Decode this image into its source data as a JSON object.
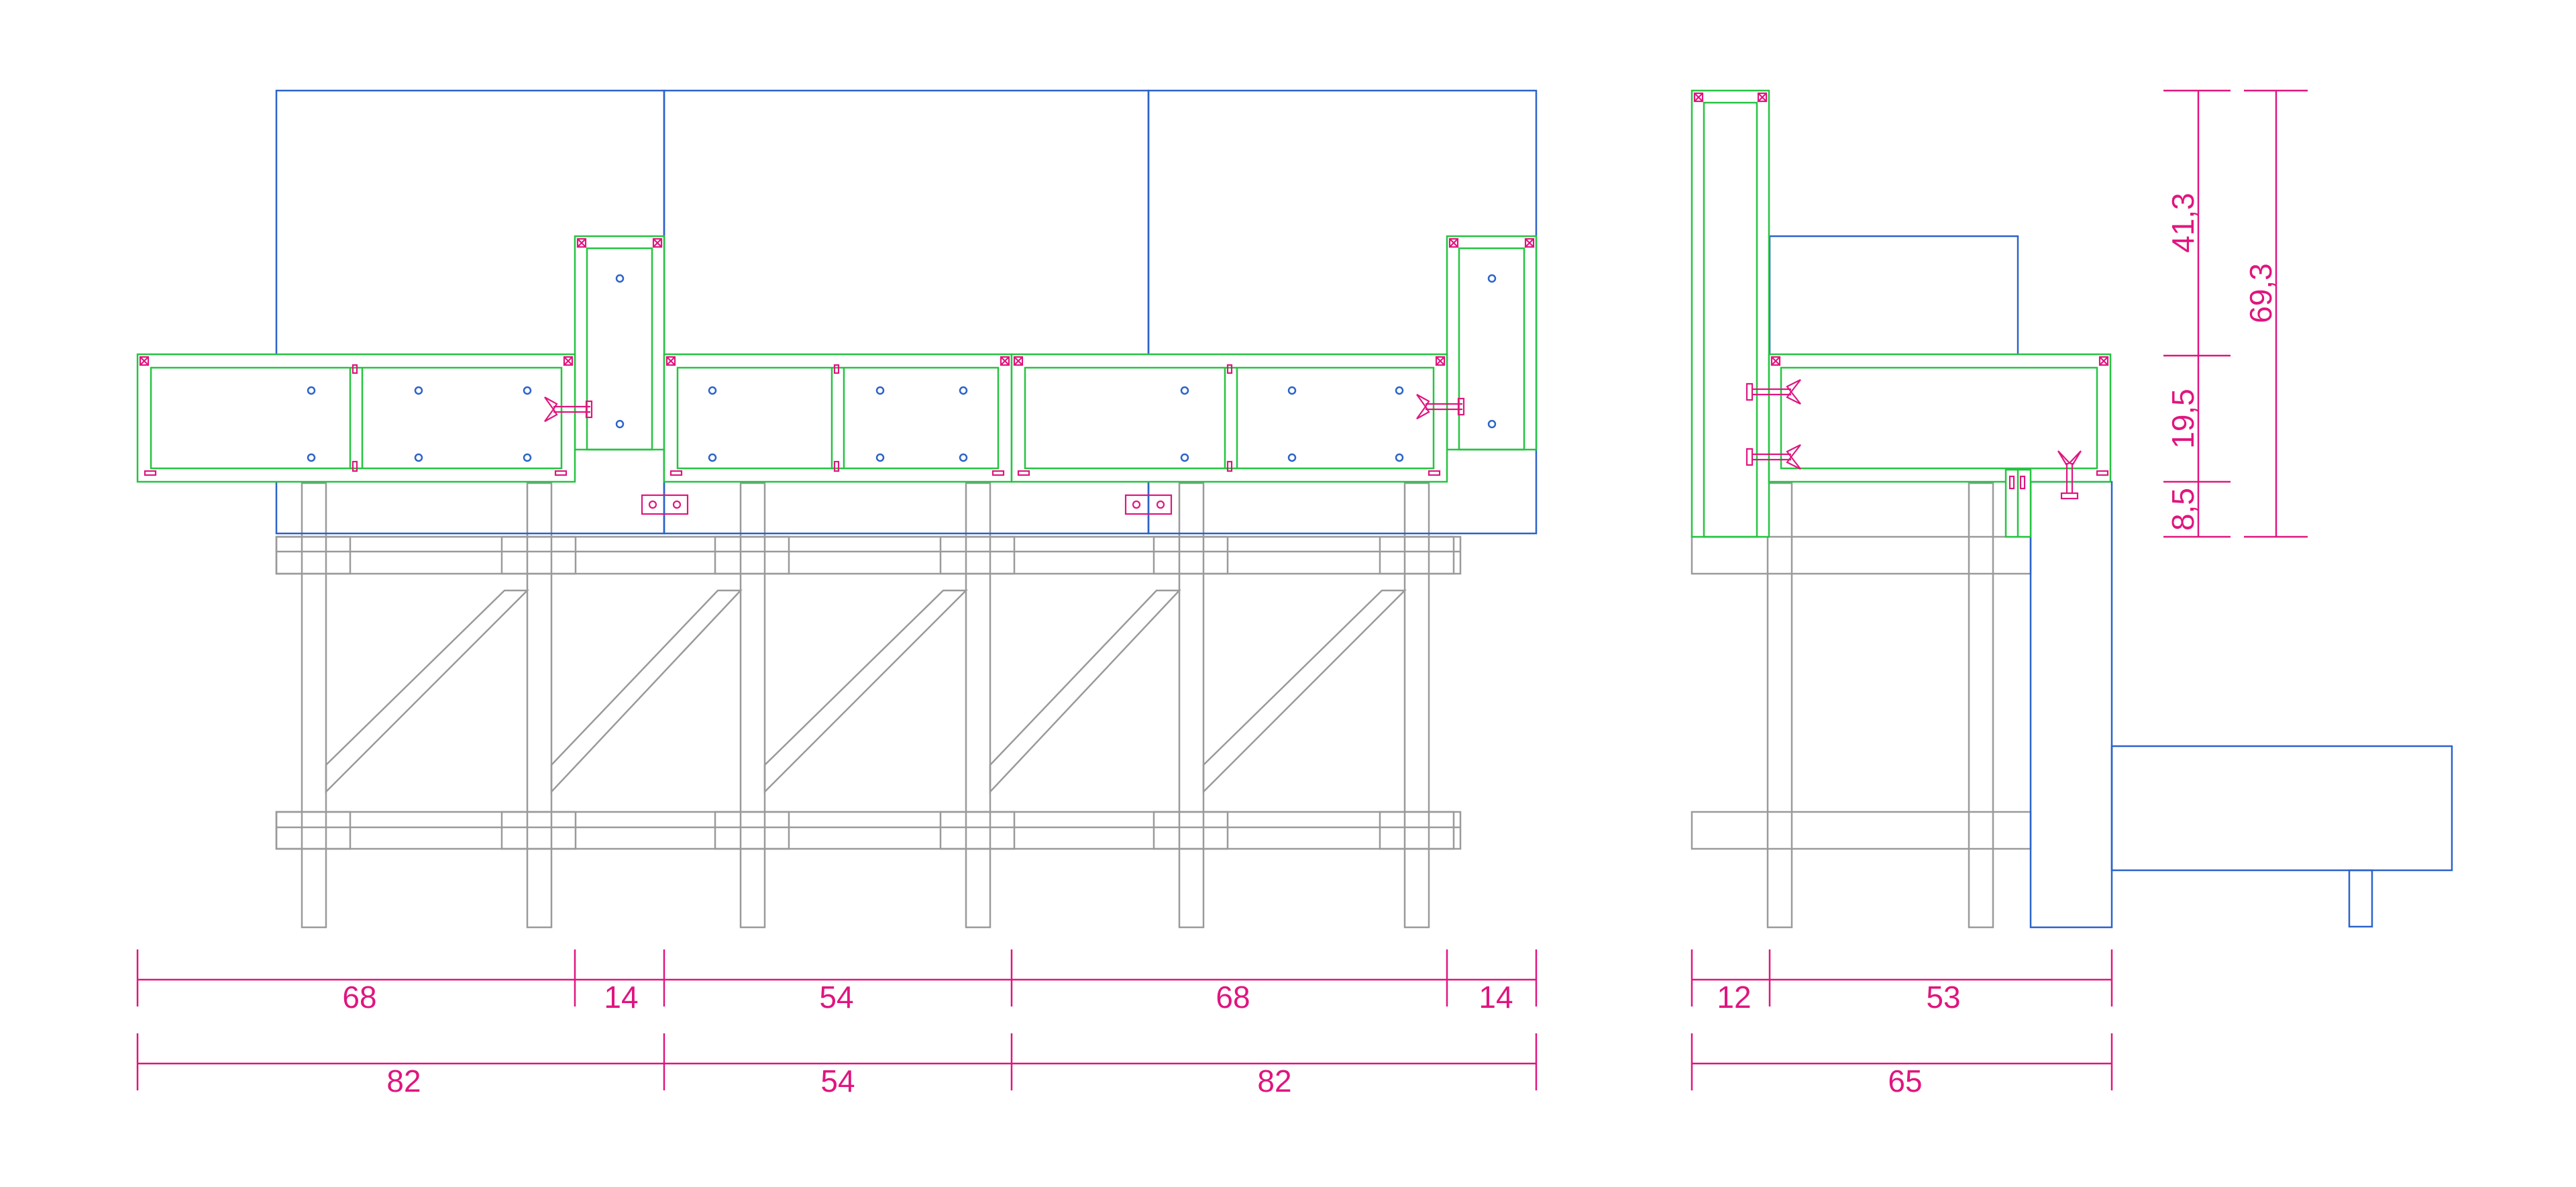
{
  "colors": {
    "frame": "#9a9a9a",
    "cushion": "#2b63c9",
    "module": "#25c441",
    "fitting": "#e0157f",
    "dimension": "#e0157f",
    "background": "#ffffff"
  },
  "front_view": {
    "dimensions_top_row": [
      "68",
      "14",
      "54",
      "68",
      "14"
    ],
    "dimensions_bottom_row": [
      "82",
      "54",
      "82"
    ]
  },
  "side_view": {
    "dimensions_top_row": [
      "12",
      "53"
    ],
    "dimensions_bottom_row": [
      "65"
    ],
    "vertical_dimensions_inner": [
      "41,3",
      "19,5",
      "8,5"
    ],
    "vertical_dimension_total": "69,3"
  }
}
